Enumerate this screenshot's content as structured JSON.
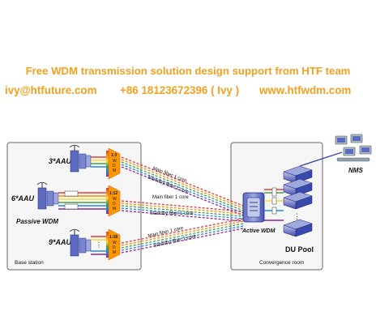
{
  "banner": {
    "title": "Free WDM transmission solution design support from HTF team",
    "email": "ivy@htfuture.com",
    "phone": "+86 18123672396 ( Ivy )",
    "website": "www.htfwdm.com"
  },
  "diagram": {
    "base_station": {
      "title": "Base station",
      "groups": [
        {
          "aau_label": "3*AAU",
          "mux_ratio": "1:3",
          "mux_letters": [
            "W",
            "D",
            "M"
          ]
        },
        {
          "aau_label": "6*AAU",
          "mux_ratio": "1:12",
          "mux_letters": [
            "W",
            "D",
            "M"
          ]
        },
        {
          "aau_label": "9*AAU",
          "mux_ratio": "1:18",
          "mux_letters": [
            "W",
            "D",
            "M"
          ]
        }
      ],
      "passive_wdm_label": "Passive WDM"
    },
    "fiber_links": [
      {
        "main": "Main fiber 1 core",
        "standby": "Standby fiber 1 core"
      },
      {
        "main": "Main fiber 1 core",
        "standby": "Standby fiber 1 core"
      },
      {
        "main": "Main fiber 1 core",
        "standby": "Standby fiber 1 core"
      }
    ],
    "convergence_room": {
      "title": "Convergence room",
      "active_wdm_label": "Active WDM",
      "du_pool_label": "DU Pool"
    },
    "nms_label": "NMS",
    "colors": {
      "accent_orange": "#f2a01e",
      "rainbow": [
        "#e53935",
        "#fb8c00",
        "#fdd835",
        "#43a047",
        "#1e88e5",
        "#8e24aa"
      ]
    }
  }
}
